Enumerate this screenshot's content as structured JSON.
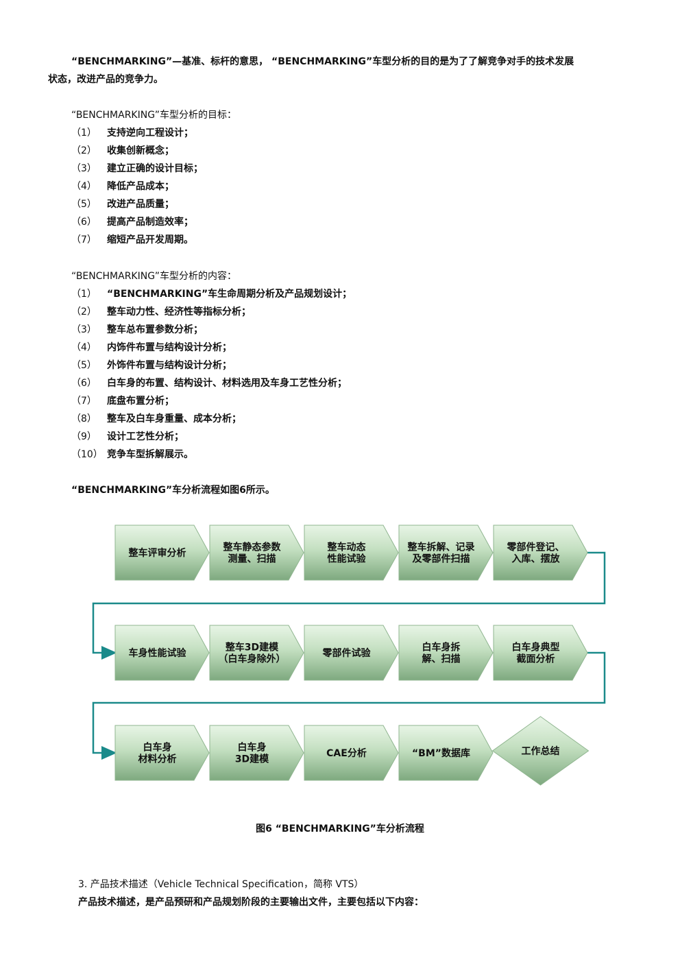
{
  "intro": {
    "line1": "“BENCHMARKING”—基准、标杆的意思， “BENCHMARKING”车型分析的目的是为了了解竞争对手的技术发展",
    "line2": "状态，改进产品的竞争力。"
  },
  "goals": {
    "heading": "“BENCHMARKING”车型分析的目标：",
    "items": [
      {
        "num": "（1）",
        "text": "支持逆向工程设计；"
      },
      {
        "num": "（2）",
        "text": "收集创新概念；"
      },
      {
        "num": "（3）",
        "text": "建立正确的设计目标；"
      },
      {
        "num": "（4）",
        "text": "降低产品成本；"
      },
      {
        "num": "（5）",
        "text": "改进产品质量；"
      },
      {
        "num": "（6）",
        "text": "提高产品制造效率；"
      },
      {
        "num": "（7）",
        "text": "缩短产品开发周期。"
      }
    ]
  },
  "content": {
    "heading": "“BENCHMARKING”车型分析的内容：",
    "items": [
      {
        "num": "（1）",
        "text": "“BENCHMARKING”车生命周期分析及产品规划设计；"
      },
      {
        "num": "（2）",
        "text": "整车动力性、经济性等指标分析；"
      },
      {
        "num": "（3）",
        "text": "整车总布置参数分析；"
      },
      {
        "num": "（4）",
        "text": "内饰件布置与结构设计分析；"
      },
      {
        "num": "（5）",
        "text": "外饰件布置与结构设计分析；"
      },
      {
        "num": "（6）",
        "text": "白车身的布置、结构设计、材料选用及车身工艺性分析；"
      },
      {
        "num": "（7）",
        "text": "底盘布置分析；"
      },
      {
        "num": "（8）",
        "text": "整车及白车身重量、成本分析；"
      },
      {
        "num": "（9）",
        "text": "设计工艺性分析；"
      },
      {
        "num": "（10）",
        "text": "竞争车型拆解展示。"
      }
    ]
  },
  "flow_intro": "“BENCHMARKING”车分析流程如图6所示。",
  "flowchart": {
    "rows": [
      [
        {
          "lines": [
            "整车评审分析"
          ]
        },
        {
          "lines": [
            "整车静态参数",
            "测量、扫描"
          ]
        },
        {
          "lines": [
            "整车动态",
            "性能试验"
          ]
        },
        {
          "lines": [
            "整车拆解、记录",
            "及零部件扫描"
          ]
        },
        {
          "lines": [
            "零部件登记、",
            "入库、摆放"
          ]
        }
      ],
      [
        {
          "lines": [
            "车身性能试验"
          ]
        },
        {
          "lines": [
            "整车3D建模",
            "（白车身除外）"
          ]
        },
        {
          "lines": [
            "零部件试验"
          ]
        },
        {
          "lines": [
            "白车身拆",
            "解、扫描"
          ]
        },
        {
          "lines": [
            "白车身典型",
            "截面分析"
          ]
        }
      ],
      [
        {
          "lines": [
            "白车身",
            "材料分析"
          ]
        },
        {
          "lines": [
            "白车身",
            "3D建模"
          ]
        },
        {
          "lines": [
            "CAE分析"
          ]
        },
        {
          "lines": [
            "“BM”数据库"
          ]
        },
        {
          "lines": [
            "工作总结"
          ],
          "shape": "diamond"
        }
      ]
    ],
    "connector_color": "#1a8a8a",
    "fill_light": "#e6f4e4",
    "fill_dark": "#7fae80"
  },
  "caption": "图6 “BENCHMARKING”车分析流程",
  "section3": {
    "heading": "3. 产品技术描述（Vehicle Technical Specification，简称 VTS）",
    "body": "产品技术描述，是产品预研和产品规划阶段的主要输出文件，主要包括以下内容："
  }
}
